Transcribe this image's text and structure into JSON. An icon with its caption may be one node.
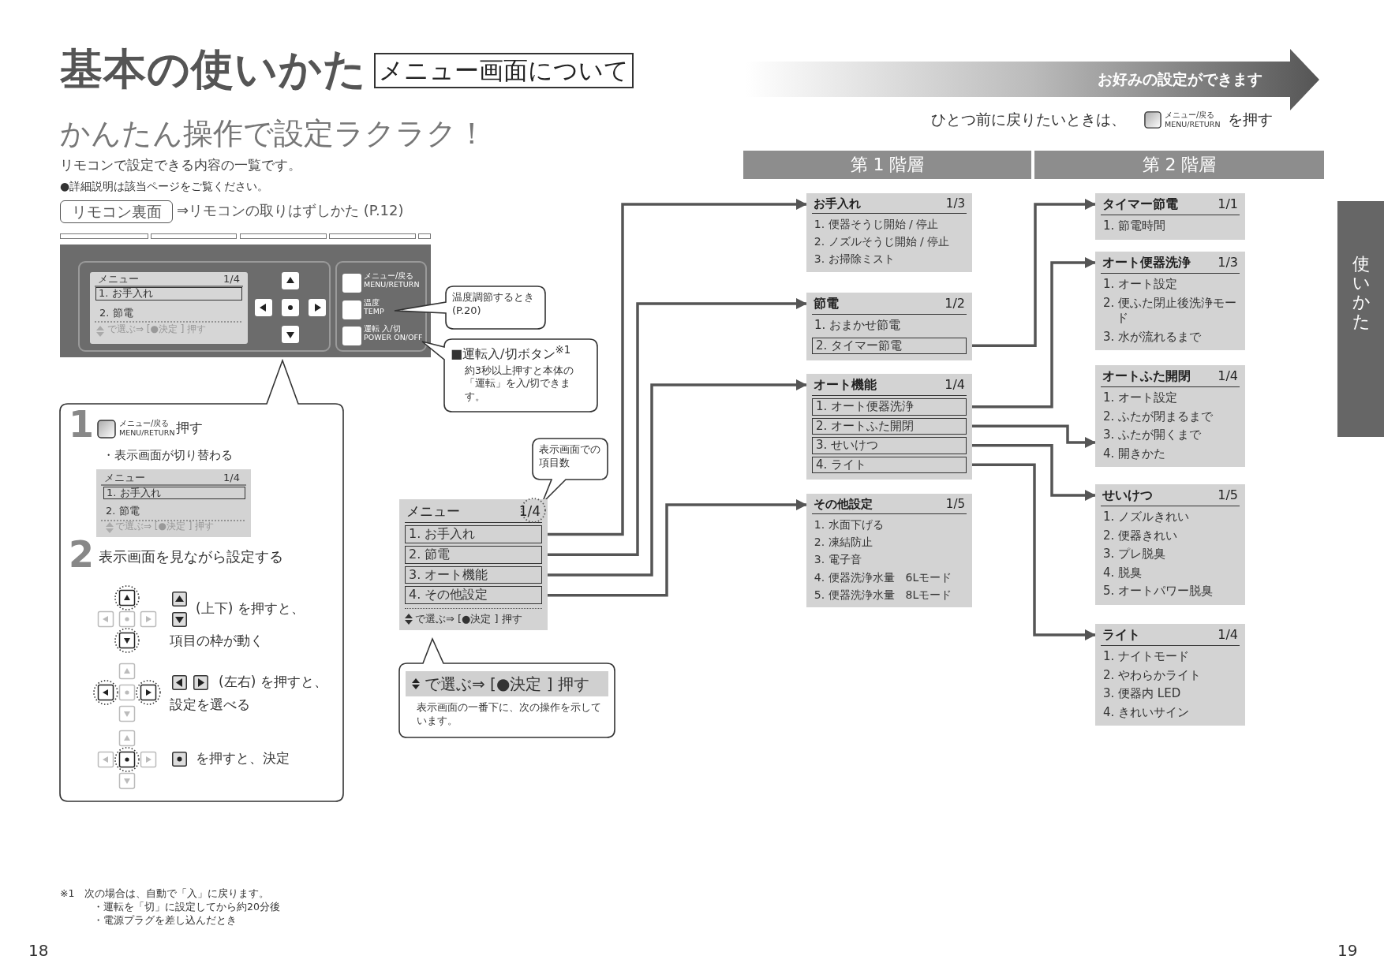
{
  "diagram": {
    "title": "基本の使いかた",
    "nodes": [
      {
        "text": [
          "メニュー画面について"
        ]
      },
      {
        "text": [
          "お好みの設定ができます"
        ]
      },
      {
        "text": [
          "リモコン裏面"
        ],
        "beside": [
          "⇒リモコンの取りはずしかた (P.12)"
        ]
      },
      {
        "text": [
          "第 1 階層"
        ]
      },
      {
        "text": [
          "第 2 階層"
        ]
      },
      {
        "text": [
          "使いかた"
        ]
      },
      {
        "text": [
          "温度調節するとき (P.20)"
        ]
      },
      {
        "text": [
          "■運転入/切ボタン$^{※1}$",
          "約3秒以上押すと本体の「運転」を入/切できます。"
        ]
      },
      {
        "text": [
          "1",
          "メニュー/戻る",
          "MENU/RETURN",
          "押す",
          "・表示画面が切り替わる",
          "メニュー",
          "1/4",
          "1. お手入れ",
          "2. 節電",
          "で選ぶ⇒ [●決定 ] 押す",
          "2",
          "表示画面を見ながら設定する",
          "(上下) を押すと、",
          "項目の枠が動く",
          "(左右) を押すと、",
          "設定を選べる",
          "を押すと、決定"
        ]
      },
      {
        "text": [
          "表示画面での項目数"
        ]
      },
      {
        "text": [
          "メニュー",
          "1/4",
          "で選ぶ⇒ [●決定 ] 押す"
        ]
      },
      {
        "text": [
          "1. お手入れ"
        ],
        "in": 10
      },
      {
        "text": [
          "2. 節電"
        ],
        "in": 10
      },
      {
        "text": [
          "3. オート機能"
        ],
        "in": 10
      },
      {
        "text": [
          "4. その他設定"
        ],
        "in": 10
      },
      {
        "text": [
          "で選ぶ⇒ [●決定 ] 押す",
          "表示画面の一番下に、次の操作を示しています。"
        ]
      },
      {
        "text": [
          "お手入れ",
          "1/3",
          "1. 便器そうじ開始 / 停止",
          "2. ノズルそうじ開始 / 停止",
          "3. お掃除ミスト"
        ]
      },
      {
        "text": [
          "節電",
          "1/2",
          "1. おまかせ節電"
        ]
      },
      {
        "text": [
          "2. タイマー節電"
        ],
        "in": 17
      },
      {
        "text": [
          "オート機能",
          "1/4"
        ]
      },
      {
        "text": [
          "1. オート便器洗浄"
        ],
        "in": 19
      },
      {
        "text": [
          "2. オートふた開閉"
        ],
        "in": 19
      },
      {
        "text": [
          "3. せいけつ"
        ],
        "in": 19
      },
      {
        "text": [
          "4. ライト"
        ],
        "in": 19
      },
      {
        "text": [
          "その他設定",
          "1/5",
          "1. 水面下げる",
          "2. 凍結防止",
          "3. 電子音",
          "4. 便器洗浄水量　6Lモード",
          "5. 便器洗浄水量　8Lモード"
        ]
      },
      {
        "text": [
          "タイマー節電",
          "1/1",
          "1. 節電時間"
        ]
      },
      {
        "text": [
          "オート便器洗浄",
          "1/3",
          "1. オート設定",
          "2. 便ふた閉止後洗浄モード",
          "3. 水が流れるまで"
        ]
      },
      {
        "text": [
          "オートふた開閉",
          "1/4",
          "1. オート設定",
          "2. ふたが閉まるまで",
          "3. ふたが開くまで",
          "4. 開きかた"
        ]
      },
      {
        "text": [
          "せいけつ",
          "1/5",
          "1. ノズルきれい",
          "2. 便器きれい",
          "3. プレ脱臭",
          "4. 脱臭",
          "5. オートパワー脱臭"
        ]
      },
      {
        "text": [
          "ライト",
          "1/4",
          "1. ナイトモード",
          "2. やわらかライト",
          "3. 便器内 LED",
          "4. きれいサイン"
        ]
      }
    ],
    "edges": [
      {
        "from": 11,
        "to": 16,
        "arrow": "to"
      },
      {
        "from": 12,
        "to": 17,
        "arrow": "to"
      },
      {
        "from": 13,
        "to": 19,
        "arrow": "to"
      },
      {
        "from": 14,
        "to": 24,
        "arrow": "to"
      },
      {
        "from": 18,
        "to": 25,
        "arrow": "to"
      },
      {
        "from": 20,
        "to": 26,
        "arrow": "to"
      },
      {
        "from": 21,
        "to": 27,
        "arrow": "to"
      },
      {
        "from": 22,
        "to": 28,
        "arrow": "to"
      },
      {
        "from": 23,
        "to": 29,
        "arrow": "to"
      }
    ],
    "labels": [
      "かんたん操作で設定ラクラク！",
      "ひとつ前に戻りたいときは、",
      "メニュー/戻る",
      "MENU/RETURN",
      "を押す",
      "リモコンで設定できる内容の一覧です。",
      "●詳細説明は該当ページをご覧ください。",
      "メニュー",
      "1/4",
      "1. お手入れ",
      "2. 節電",
      "で選ぶ⇒ [●決定 ] 押す",
      "メニュー/戻る",
      "MENU/RETURN",
      "温度",
      "TEMP",
      "運転 入/切",
      "POWER ON/OFF",
      "※1　次の場合は、自動で「入」に戻ります。",
      "・運転を「切」に設定してから約20分後",
      "・電源プラグを差し込んだとき",
      "18",
      "19"
    ]
  }
}
